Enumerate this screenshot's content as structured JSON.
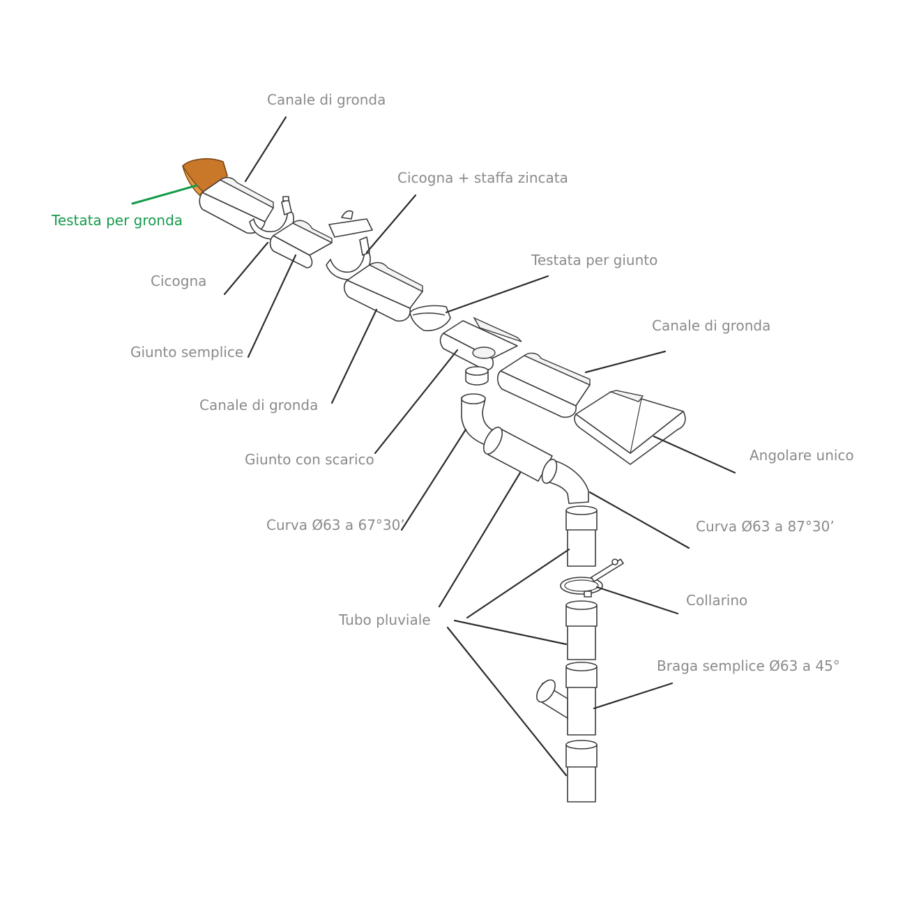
{
  "diagram": {
    "highlight_color": "#149a4a",
    "highlight_part_color": "#c9782a",
    "label_color": "#8a8a8a",
    "labels": {
      "canale_di_gronda_1": "Canale di gronda",
      "cicogna_staffa": "Cicogna + staffa zincata",
      "testata_per_gronda": "Testata per gronda",
      "cicogna": "Cicogna",
      "testata_per_giunto": "Testata per giunto",
      "canale_di_gronda_2": "Canale di gronda",
      "giunto_semplice": "Giunto semplice",
      "canale_di_gronda_3": "Canale di gronda",
      "giunto_con_scarico": "Giunto con scarico",
      "angolare_unico": "Angolare unico",
      "curva_67": "Curva Ø63 a 67°30’",
      "curva_87": "Curva Ø63 a 87°30’",
      "collarino": "Collarino",
      "tubo_pluviale": "Tubo pluviale",
      "braga_semplice": "Braga semplice Ø63 a 45°"
    }
  }
}
